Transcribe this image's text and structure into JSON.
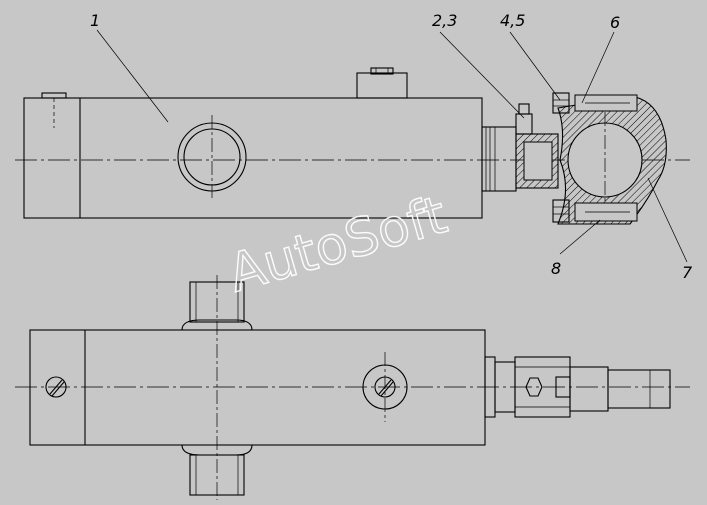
{
  "labels": {
    "part_1": "1",
    "parts_2_3": "2,3",
    "parts_4_5": "4,5",
    "part_6": "6",
    "part_7": "7",
    "part_8": "8"
  },
  "watermark": "AutoSoft",
  "colors": {
    "background": "#c7c7c7",
    "line": "#000000",
    "watermark": "#ffffff"
  }
}
